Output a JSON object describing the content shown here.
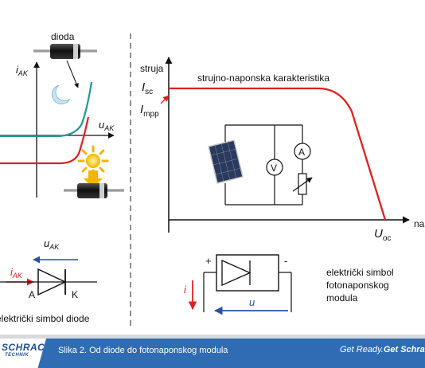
{
  "left_diagram": {
    "component_label": "dioda",
    "y_axis_label": "i",
    "y_axis_sub": "AK",
    "x_axis_label": "u",
    "x_axis_sub": "AK"
  },
  "diode_symbol": {
    "voltage_label": "u",
    "voltage_sub": "AK",
    "current_label": "i",
    "current_sub": "AK",
    "anode": "A",
    "cathode": "K",
    "caption": "električki simbol diode"
  },
  "iv_chart": {
    "y_axis_label": "struja",
    "x_axis_label": "napon",
    "isc_label": "I",
    "isc_sub": "sc",
    "impp_label": "I",
    "impp_sub": "mpp",
    "uoc_label": "U",
    "uoc_sub": "oc",
    "curve_title": "strujno-naponska karakteristika",
    "voltmeter": "V",
    "ammeter": "A"
  },
  "module_symbol": {
    "plus": "+",
    "minus": "-",
    "current_label": "i",
    "voltage_label": "u",
    "caption_line1": "električki simbol",
    "caption_line2": "fotonaponskog",
    "caption_line3": "modula"
  },
  "footer": {
    "logo": "SCHRACK",
    "logo_sub": "TECHNIK",
    "caption": "Slika 2. Od diode do fotonaponskog modula",
    "slogan_regular": "Get Ready.",
    "slogan_bold": "Get Schrack"
  },
  "colors": {
    "accent_red": "#e02020",
    "accent_blue": "#2e4fa8",
    "teal": "#1e9a94",
    "footer": "#2f6cb4"
  }
}
